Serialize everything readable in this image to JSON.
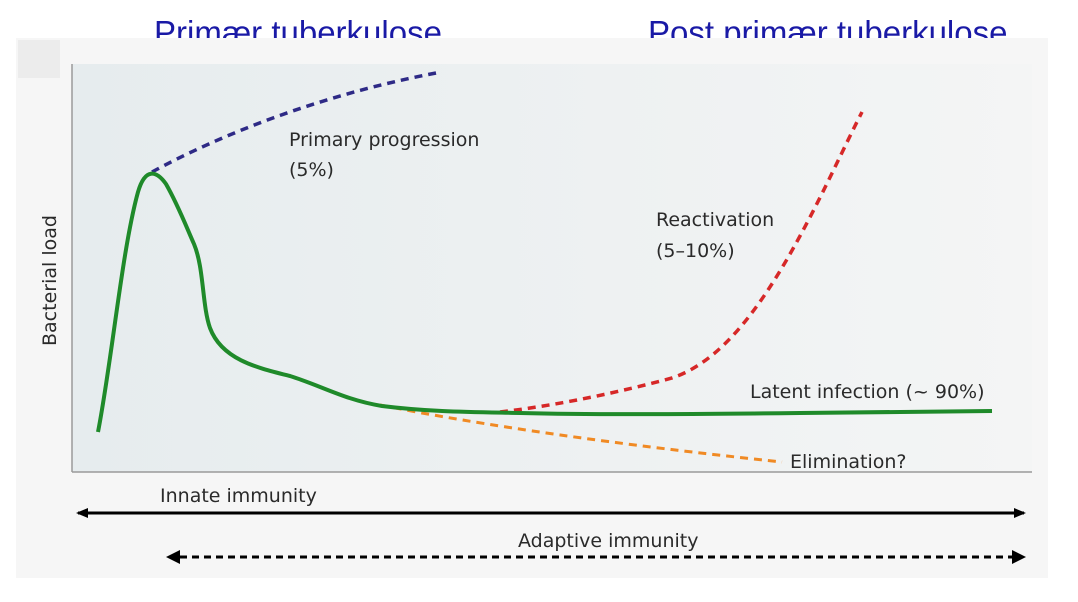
{
  "headings": {
    "left": "Primær tuberkulose",
    "right": "Post primær tuberkulose"
  },
  "diagram": {
    "y_axis_label": "Bacterial load",
    "curves": [
      {
        "id": "primary-progression",
        "label_line1": "Primary progression",
        "label_line2": "(5%)",
        "color": "#2e2a86",
        "style": "dashed"
      },
      {
        "id": "reactivation",
        "label_line1": "Reactivation",
        "label_line2": "(5–10%)",
        "color": "#d62828",
        "style": "dashed"
      },
      {
        "id": "latent-infection",
        "label_line1": "Latent infection (~ 90%)",
        "color": "#1f8a2a",
        "style": "solid"
      },
      {
        "id": "elimination",
        "label_line1": "Elimination?",
        "color": "#f08a24",
        "style": "dashed"
      }
    ],
    "timelines": {
      "innate": "Innate immunity",
      "adaptive": "Adaptive immunity"
    },
    "colors": {
      "panel_bg": "#eaeef0",
      "axis": "#9a9a9a"
    }
  }
}
